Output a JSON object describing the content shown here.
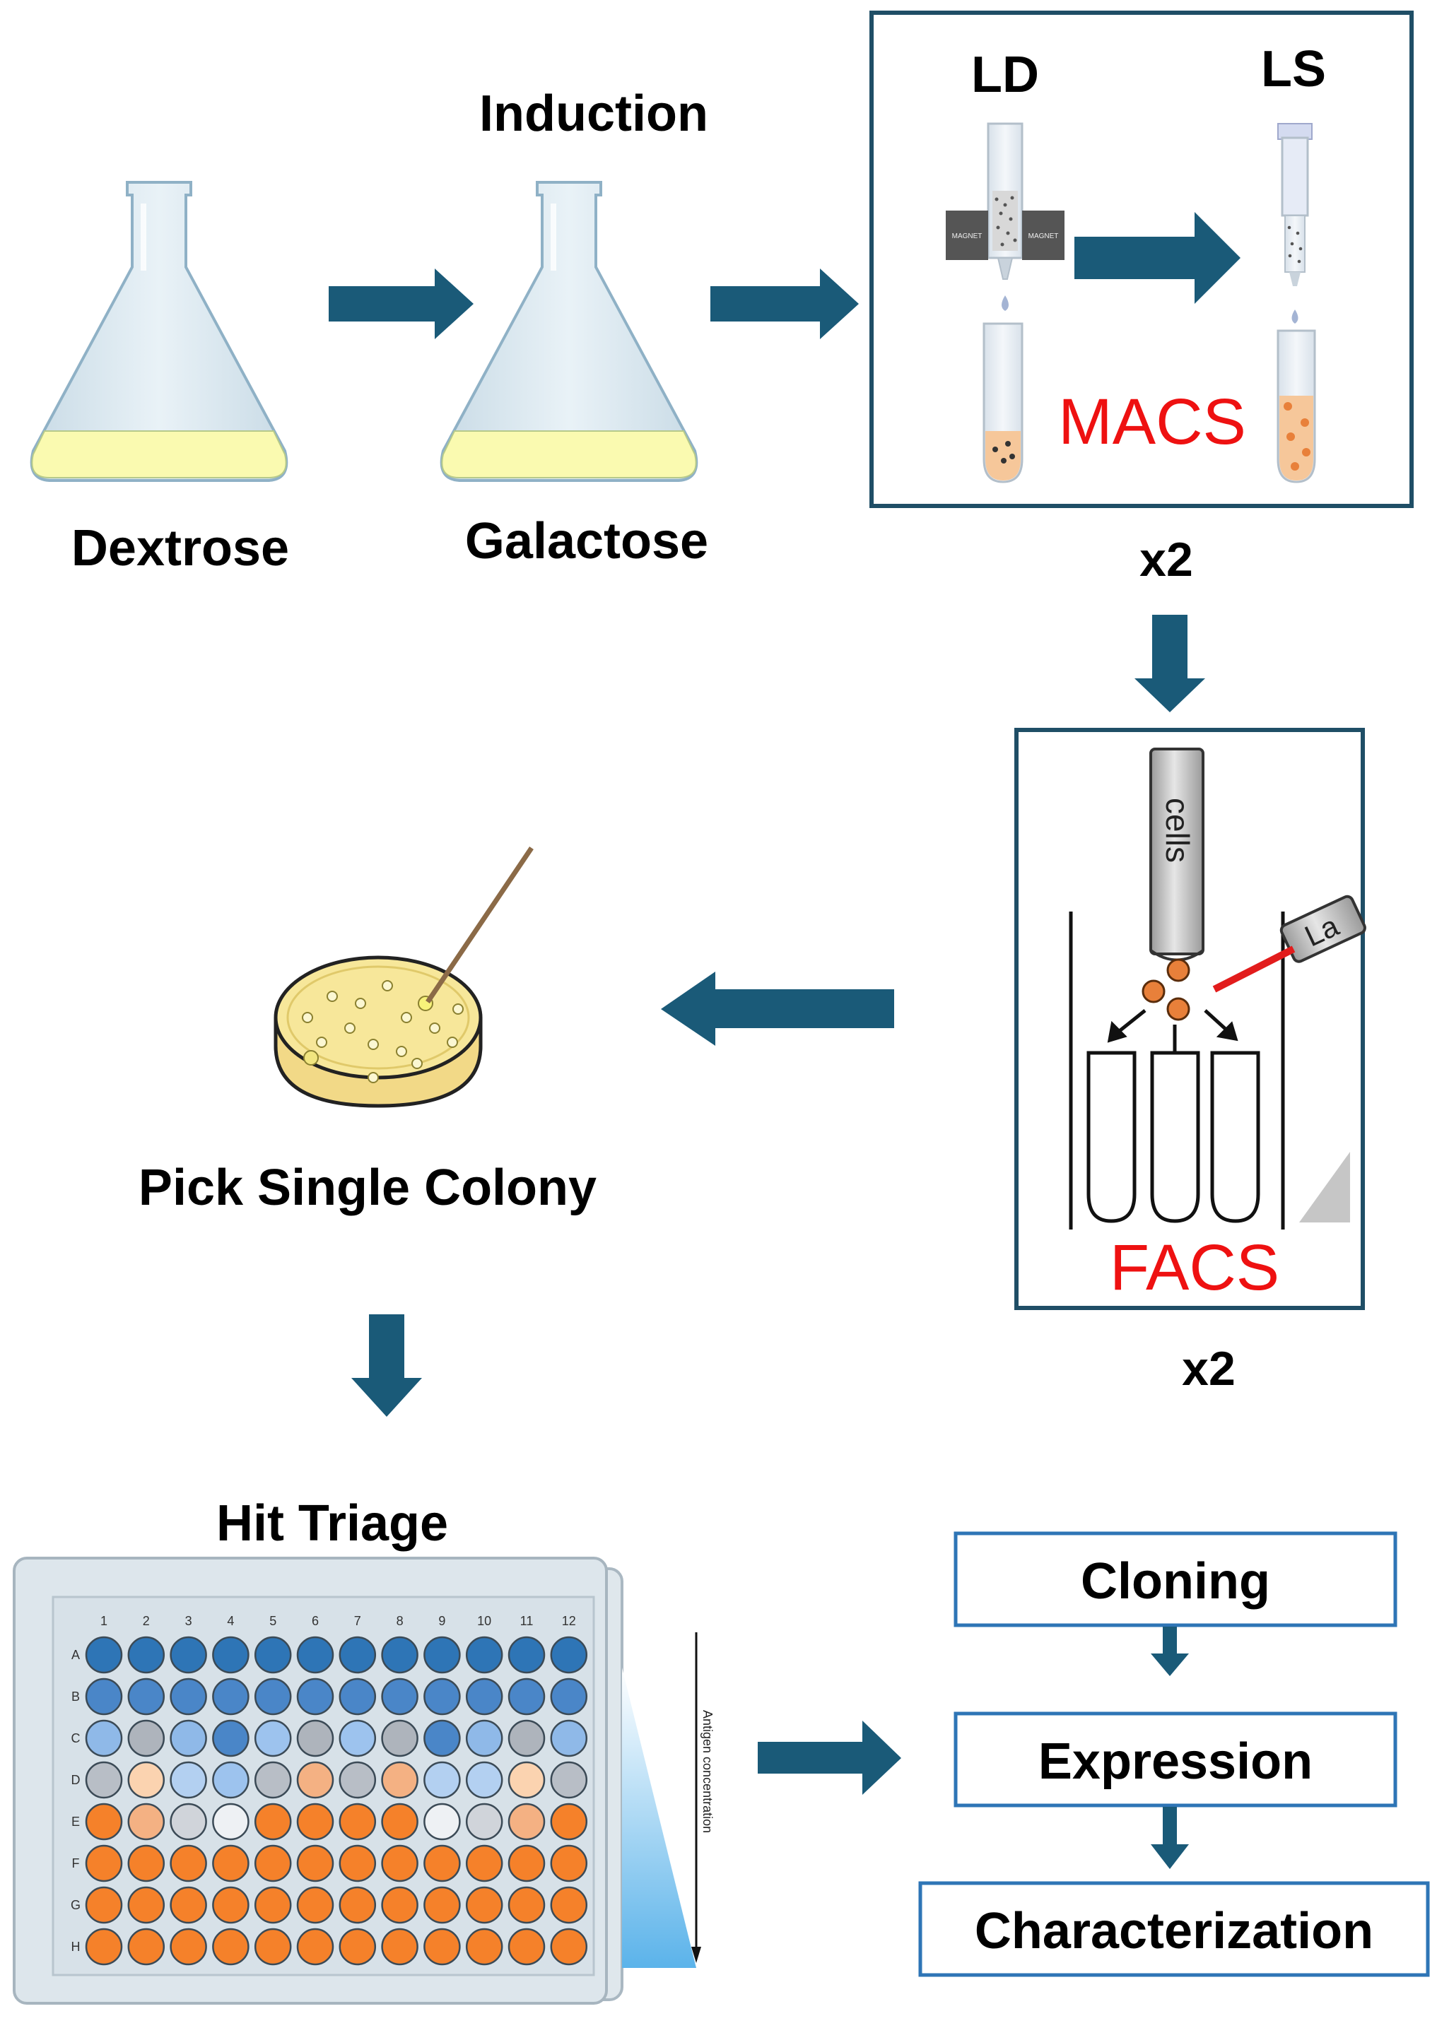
{
  "labels": {
    "dextrose": "Dextrose",
    "induction": "Induction",
    "galactose": "Galactose",
    "ld": "LD",
    "ls": "LS",
    "macs": "MACS",
    "magnet": "MAGNET",
    "macs_repeat": "x2",
    "cells": "cells",
    "laser": "La",
    "facs": "FACS",
    "facs_repeat": "x2",
    "pick_colony": "Pick Single Colony",
    "hit_triage": "Hit Triage",
    "antigen_concentration": "Antigen concentration"
  },
  "plate": {
    "columns": [
      "1",
      "2",
      "3",
      "4",
      "5",
      "6",
      "7",
      "8",
      "9",
      "10",
      "11",
      "12"
    ],
    "rows": [
      "A",
      "B",
      "C",
      "D",
      "E",
      "F",
      "G",
      "H"
    ],
    "well_colors": [
      [
        "#2e75b6",
        "#2e75b6",
        "#2e75b6",
        "#2e75b6",
        "#2e75b6",
        "#2e75b6",
        "#2e75b6",
        "#2e75b6",
        "#2e75b6",
        "#2e75b6",
        "#2e75b6",
        "#2e75b6"
      ],
      [
        "#4a86c8",
        "#4a86c8",
        "#4a86c8",
        "#4a86c8",
        "#4a86c8",
        "#4a86c8",
        "#4a86c8",
        "#4a86c8",
        "#4a86c8",
        "#4a86c8",
        "#4a86c8",
        "#4a86c8"
      ],
      [
        "#8fb9e8",
        "#aeb4bc",
        "#8fb9e8",
        "#4a86c8",
        "#9dc3ee",
        "#aeb4bc",
        "#9dc3ee",
        "#aeb4bc",
        "#4a86c8",
        "#8fb9e8",
        "#aeb4bc",
        "#8fb9e8"
      ],
      [
        "#b8bec6",
        "#fbd3b0",
        "#b3d0f1",
        "#9dc3ee",
        "#b8bec6",
        "#f4b183",
        "#b8bec6",
        "#f4b183",
        "#b3d0f1",
        "#b3d0f1",
        "#fbd3b0",
        "#b8bec6"
      ],
      [
        "#f5812a",
        "#f4b183",
        "#d0d4da",
        "#eef1f4",
        "#f5812a",
        "#f5812a",
        "#f5812a",
        "#f5812a",
        "#eef1f4",
        "#d0d4da",
        "#f4b183",
        "#f5812a"
      ],
      [
        "#f5812a",
        "#f5812a",
        "#f5812a",
        "#f5812a",
        "#f5812a",
        "#f5812a",
        "#f5812a",
        "#f5812a",
        "#f5812a",
        "#f5812a",
        "#f5812a",
        "#f5812a"
      ],
      [
        "#f5812a",
        "#f5812a",
        "#f5812a",
        "#f5812a",
        "#f5812a",
        "#f5812a",
        "#f5812a",
        "#f5812a",
        "#f5812a",
        "#f5812a",
        "#f5812a",
        "#f5812a"
      ],
      [
        "#f5812a",
        "#f5812a",
        "#f5812a",
        "#f5812a",
        "#f5812a",
        "#f5812a",
        "#f5812a",
        "#f5812a",
        "#f5812a",
        "#f5812a",
        "#f5812a",
        "#f5812a"
      ]
    ]
  },
  "steps": [
    {
      "label": "Cloning"
    },
    {
      "label": "Expression"
    },
    {
      "label": "Characterization"
    }
  ],
  "colors": {
    "arrow": "#1a5a78",
    "box_border": "#1f4e66",
    "step_border": "#2e75b6",
    "accent_red": "#ee1111",
    "medium_yellow": "#fafab0",
    "agar": "#f7e79a",
    "cell_orange": "#e8803a"
  }
}
